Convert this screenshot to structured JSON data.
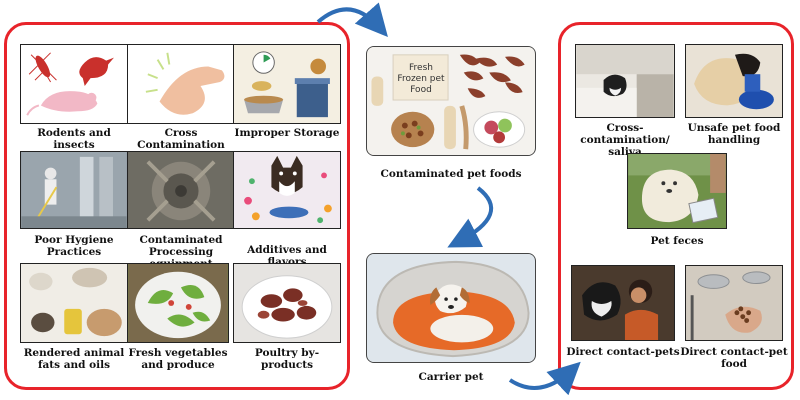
{
  "sources": {
    "items": [
      {
        "label": "Rodents and insects"
      },
      {
        "label": "Cross Contamination"
      },
      {
        "label": "Improper Storage"
      },
      {
        "label": "Poor Hygiene Practices"
      },
      {
        "label": "Contaminated Processing equipment"
      },
      {
        "label": "Additives and flavors"
      },
      {
        "label": "Rendered animal fats and oils"
      },
      {
        "label": "Fresh vegetables and produce"
      },
      {
        "label": "Poultry by-products"
      }
    ]
  },
  "center": {
    "foods_label": "Contaminated pet foods",
    "food_sign": "Fresh Frozen pet Food",
    "carrier_label": "Carrier pet"
  },
  "transmission": {
    "items": [
      {
        "label": "Cross-contamination/ saliva"
      },
      {
        "label": "Unsafe pet food handling"
      },
      {
        "label": "Pet feces"
      },
      {
        "label": "Direct contact-pets"
      },
      {
        "label": "Direct contact-pet food"
      }
    ]
  },
  "colors": {
    "border": "#e8232a",
    "arrow": "#2f6db5"
  }
}
